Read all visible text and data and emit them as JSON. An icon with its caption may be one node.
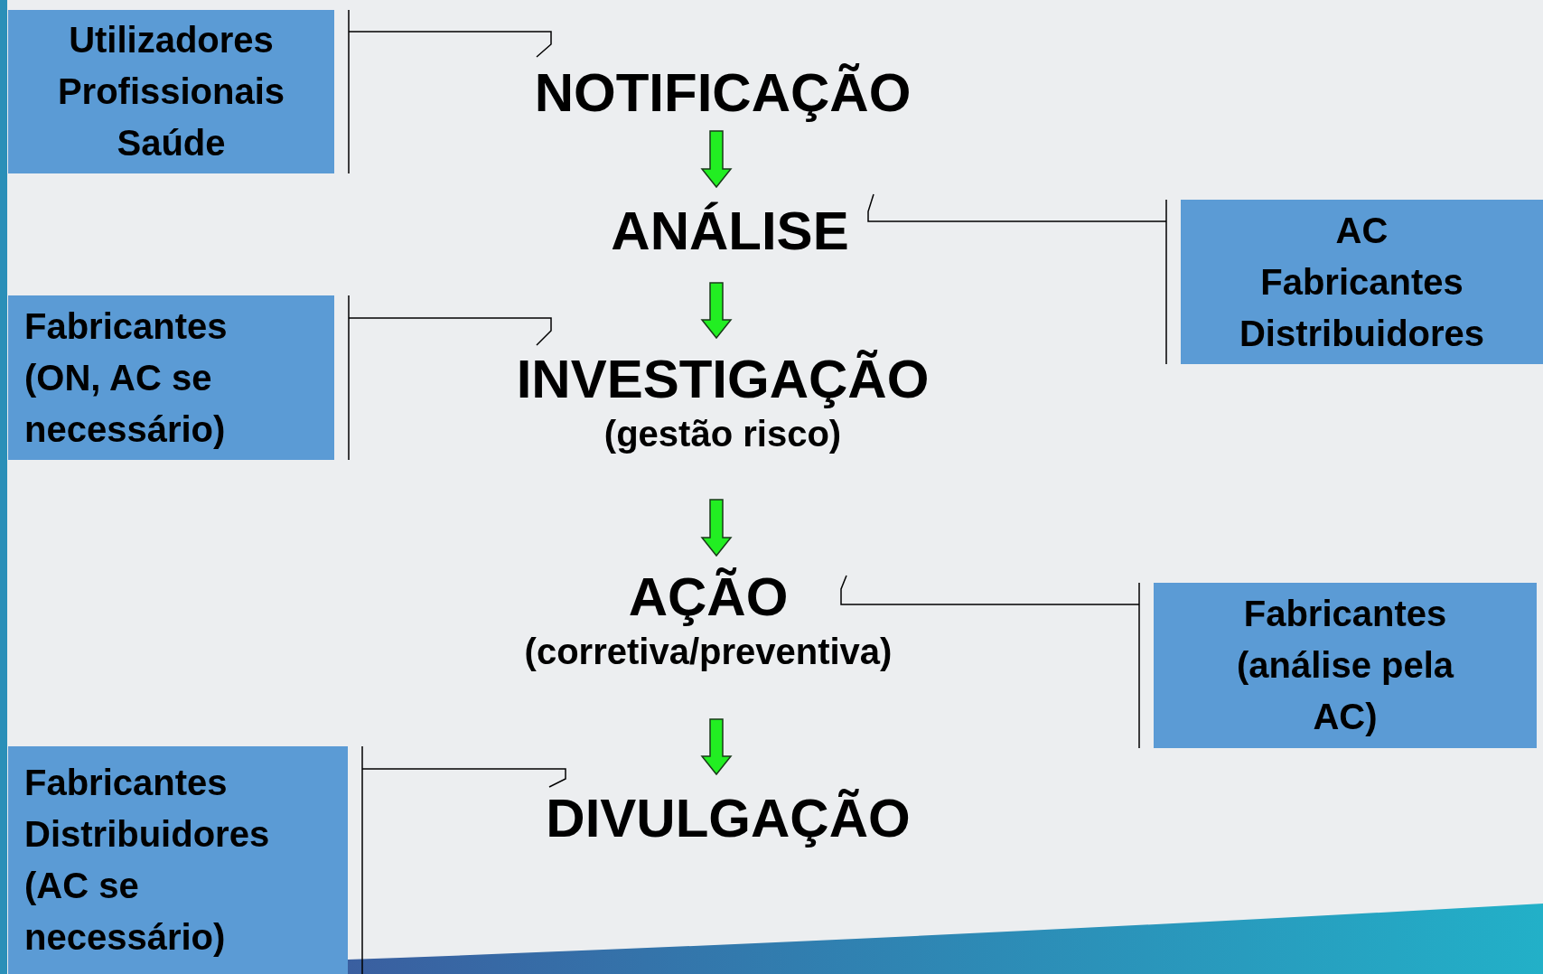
{
  "diagram": {
    "nodes": [
      {
        "text": [
          "Utilizadores Profissionais Saúde"
        ]
      },
      {
        "text": [
          "NOTIFICAÇÃO"
        ]
      },
      {
        "text": [
          "ANÁLISE"
        ]
      },
      {
        "text": [
          "AC Fabricantes Distribuidores"
        ]
      },
      {
        "text": [
          "Fabricantes (ON, AC se necessário)"
        ]
      },
      {
        "text": [
          "INVESTIGAÇÃO",
          "(gestão risco)"
        ]
      },
      {
        "text": [
          "AÇÃO",
          "(corretiva/preventiva)"
        ]
      },
      {
        "text": [
          "Fabricantes (análise pela AC)"
        ]
      },
      {
        "text": [
          "Fabricantes Distribuidores (AC se necessário)"
        ]
      },
      {
        "text": [
          "DIVULGAÇÃO"
        ]
      }
    ],
    "edges": [
      {
        "from": 0,
        "to": 1,
        "arrow": "none"
      },
      {
        "from": 1,
        "to": 2,
        "arrow": "to",
        "color": "#22ee22"
      },
      {
        "from": 3,
        "to": 2,
        "arrow": "none"
      },
      {
        "from": 2,
        "to": 5,
        "arrow": "to",
        "color": "#22ee22"
      },
      {
        "from": 4,
        "to": 5,
        "arrow": "none"
      },
      {
        "from": 5,
        "to": 6,
        "arrow": "to",
        "color": "#22ee22"
      },
      {
        "from": 7,
        "to": 6,
        "arrow": "none"
      },
      {
        "from": 6,
        "to": 9,
        "arrow": "to",
        "color": "#22ee22"
      },
      {
        "from": 8,
        "to": 9,
        "arrow": "none"
      }
    ]
  }
}
